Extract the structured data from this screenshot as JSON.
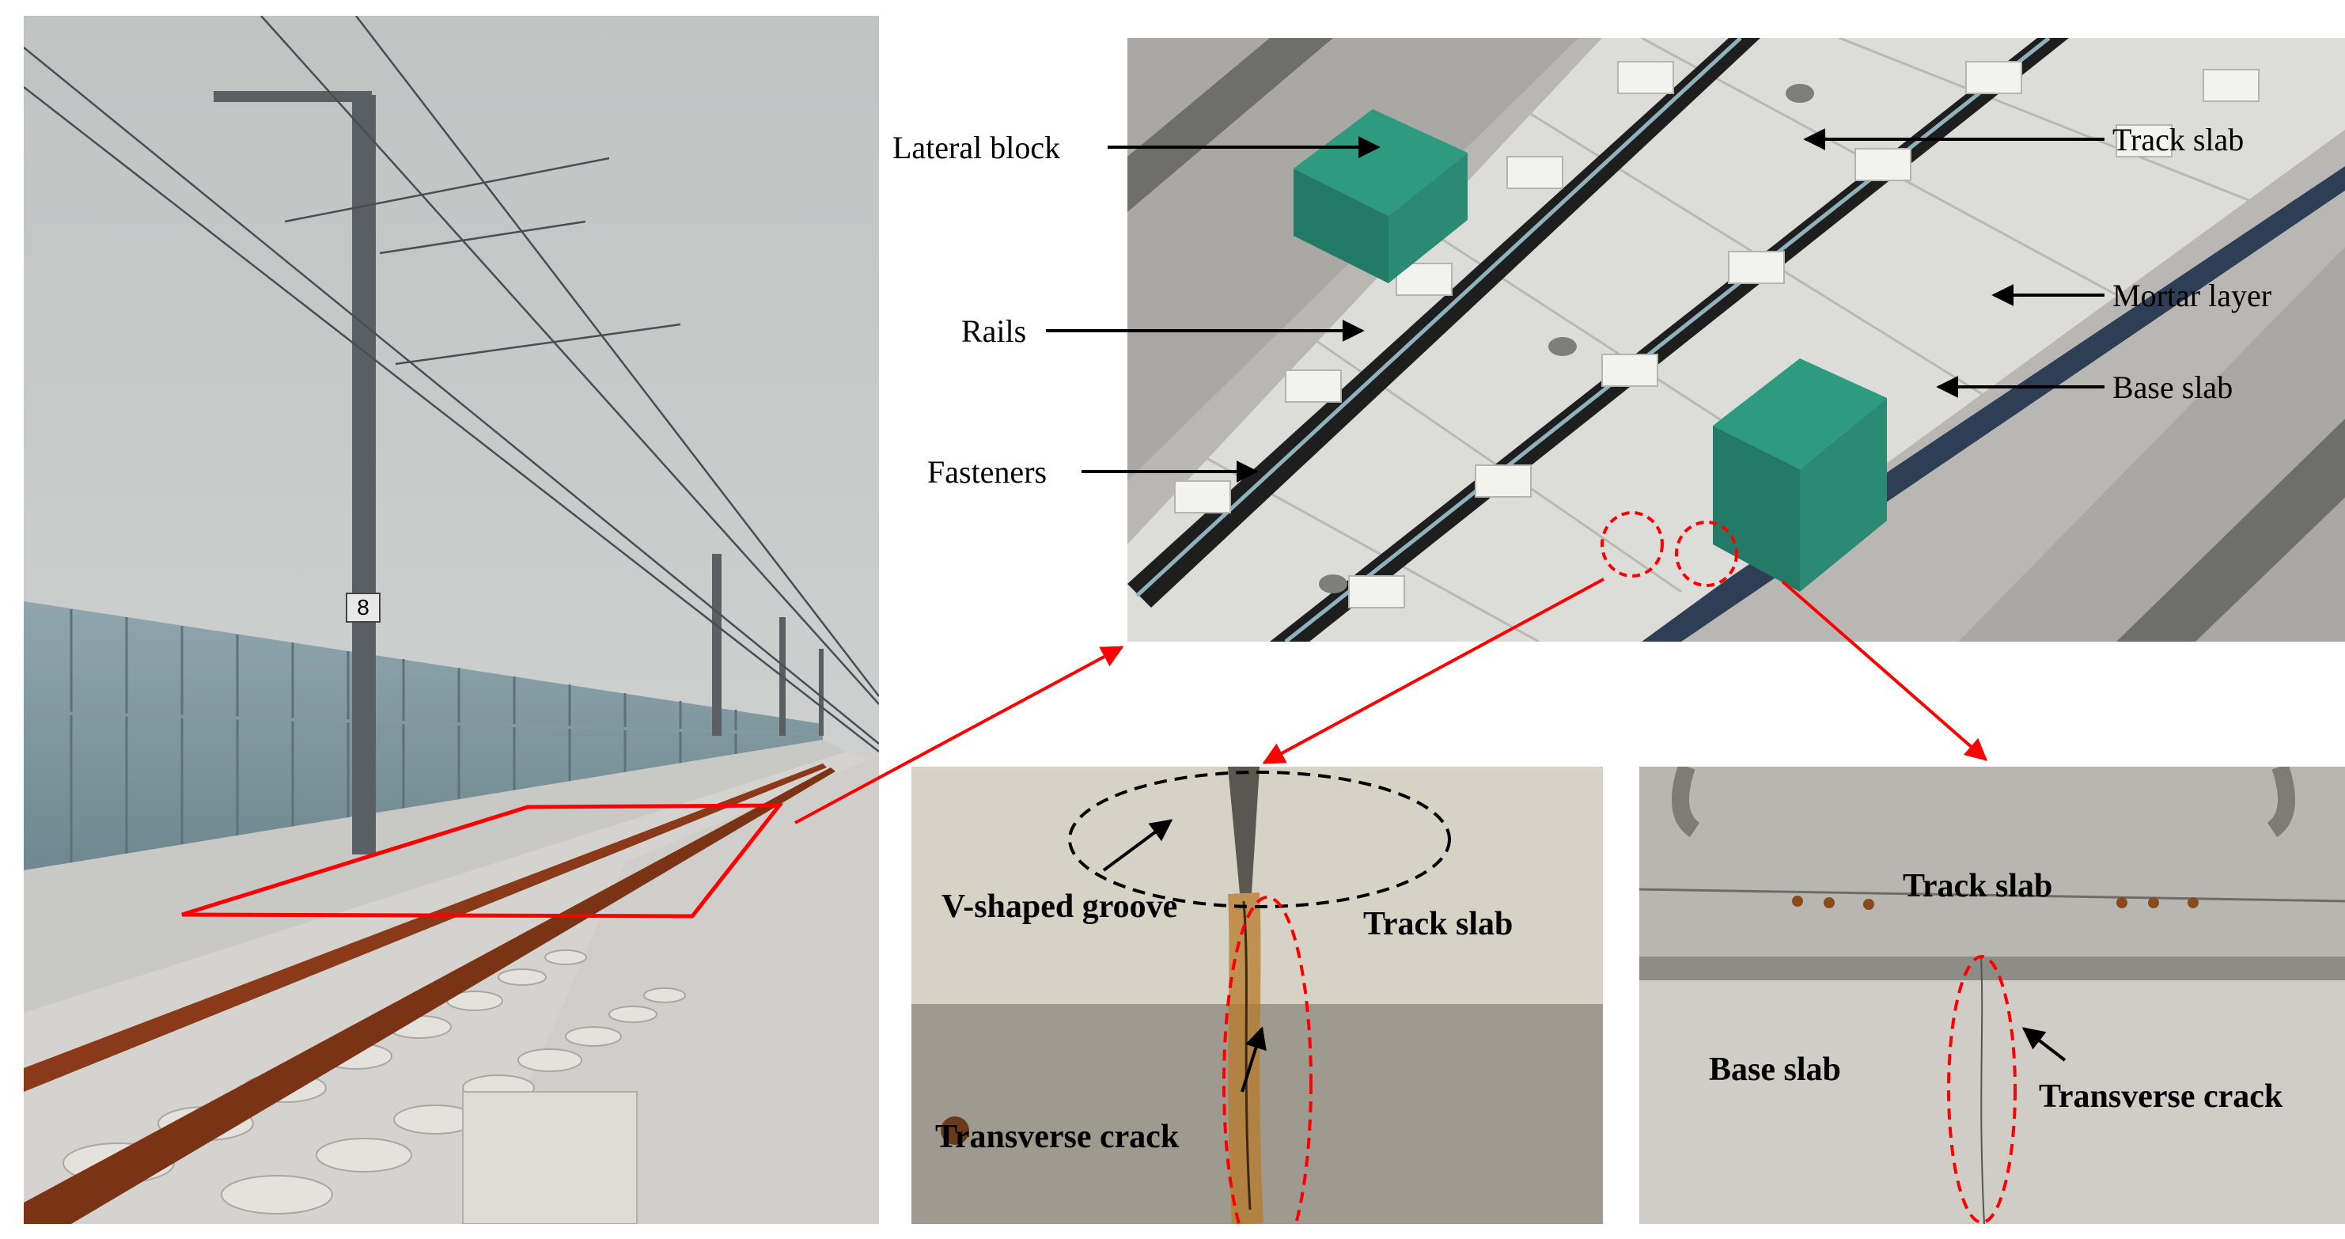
{
  "labels": {
    "lateral_block": "Lateral block",
    "track_slab": "Track slab",
    "mortar_layer": "Mortar layer",
    "base_slab": "Base slab",
    "rails": "Rails",
    "fasteners": "Fasteners"
  },
  "mid_photo": {
    "groove": "V-shaped groove",
    "track_slab": "Track slab",
    "crack": "Transverse crack"
  },
  "right_photo": {
    "track_slab": "Track slab",
    "base_slab": "Base slab",
    "crack": "Transverse crack"
  },
  "pole_number": "8",
  "colors": {
    "highlight_red": "#ff0000",
    "lateral_block_teal": "#2e9a80",
    "slab_grey": "#d8d8d4",
    "rail_rust": "#8a3a18"
  }
}
